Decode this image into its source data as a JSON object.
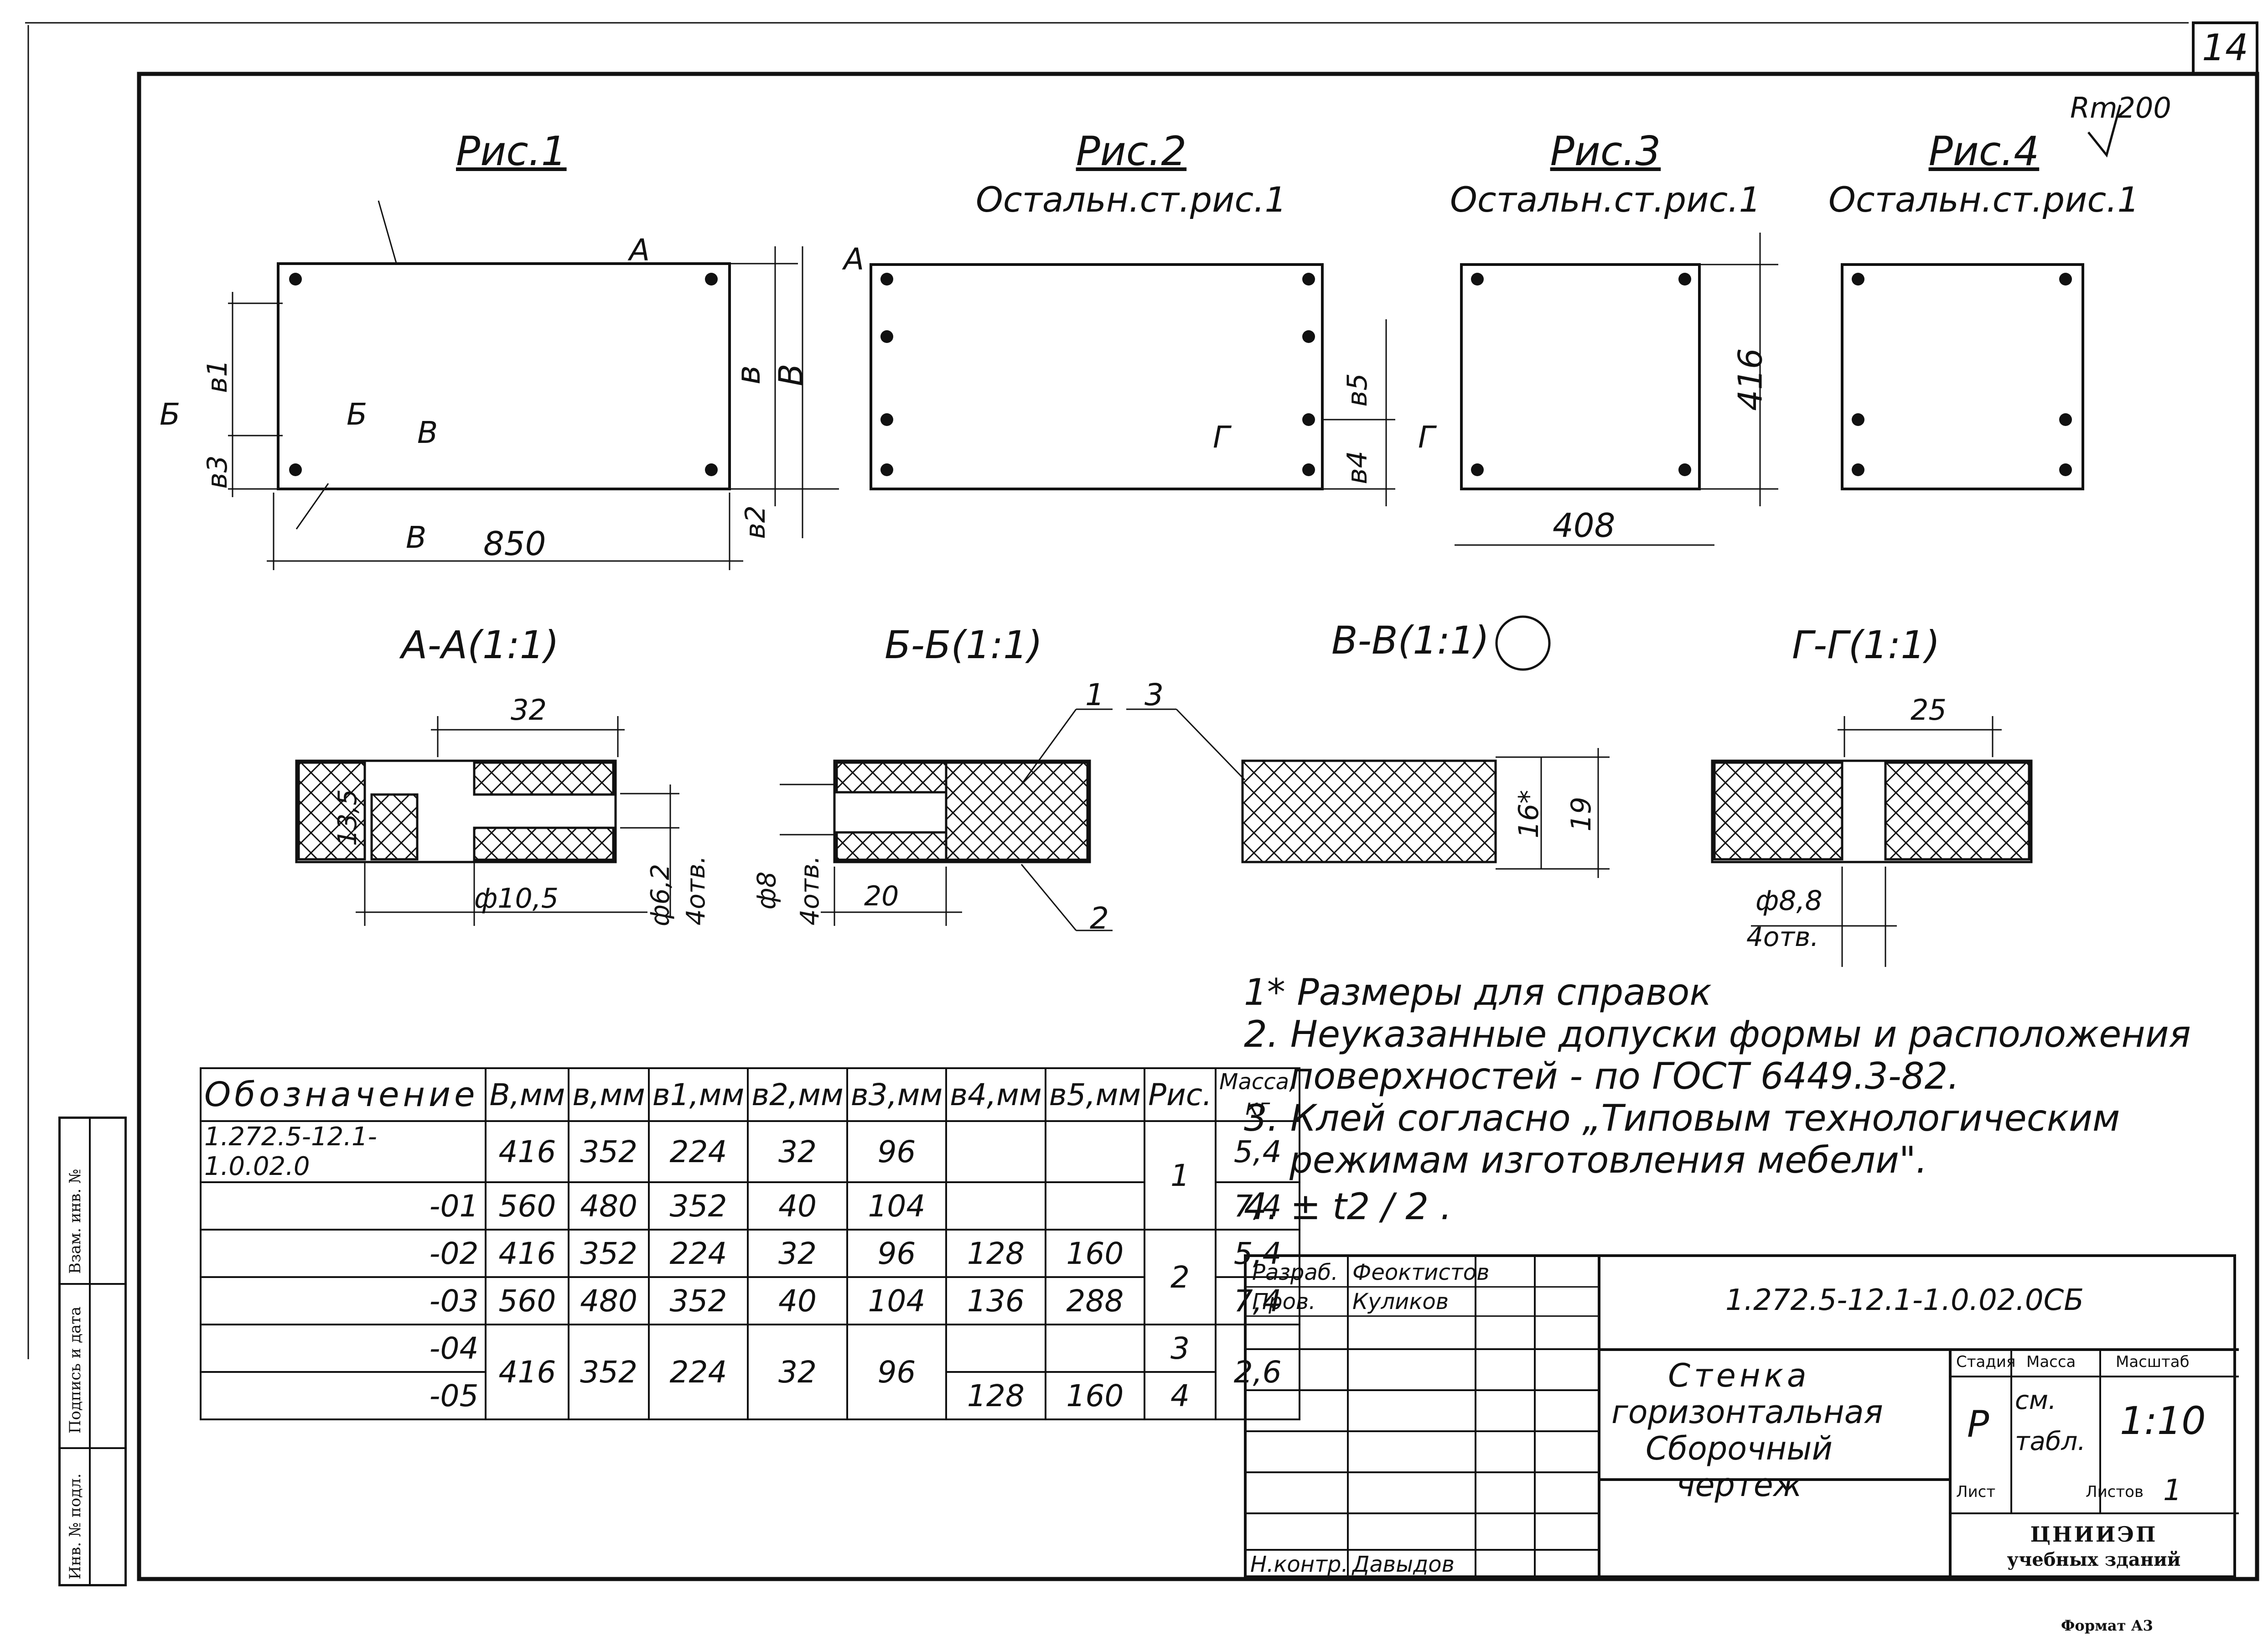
{
  "sheet": {
    "number": "14",
    "roughness": "Rm200",
    "format": "Формат А3"
  },
  "figures": [
    {
      "title": "Рис.1",
      "subtitle": ""
    },
    {
      "title": "Рис.2",
      "subtitle": "Остальн.ст.рис.1"
    },
    {
      "title": "Рис.3",
      "subtitle": "Остальн.ст.рис.1"
    },
    {
      "title": "Рис.4",
      "subtitle": "Остальн.ст.рис.1"
    }
  ],
  "fig1_dims": {
    "length": "850",
    "b": "в",
    "B": "В",
    "b1": "в1",
    "b2": "в2",
    "b3": "в3",
    "cut_A": "А",
    "cut_B": "Б",
    "cut_V": "В"
  },
  "fig2_dims": {
    "b4": "в4",
    "b5": "в5",
    "cut_G": "Г"
  },
  "fig3_dims": {
    "width": "408",
    "height": "416"
  },
  "sections": [
    {
      "title": "А-А(1:1)",
      "dims": [
        "32",
        "13,5",
        "ф10,5",
        "ф6,2",
        "4отв."
      ]
    },
    {
      "title": "Б-Б(1:1)",
      "dims": [
        "ф8",
        "4отв.",
        "20"
      ]
    },
    {
      "title": "В-В(1:1)",
      "dims": [
        "16*",
        "19"
      ]
    },
    {
      "title": "Г-Г(1:1)",
      "dims": [
        "25",
        "ф8,8",
        "4отв."
      ]
    }
  ],
  "callouts": [
    "1",
    "2",
    "3"
  ],
  "notes": [
    "1* Размеры для справок",
    "2. Неуказанные допуски формы и расположения",
    "поверхностей - по ГОСТ 6449.3-82.",
    "3. Клей согласно „Типовым технологическим",
    "режимам изготовления мебели\".",
    "4. ± t2 / 2 ."
  ],
  "spec_table": {
    "headers": [
      "Обозначение",
      "В,мм",
      "в,мм",
      "в1,мм",
      "в2,мм",
      "в3,мм",
      "в4,мм",
      "в5,мм",
      "Рис.",
      "Масса, кг"
    ],
    "rows": [
      [
        "1.272.5-12.1-1.0.02.0",
        "416",
        "352",
        "224",
        "32",
        "96",
        "",
        "",
        "1",
        "5,4"
      ],
      [
        "-01",
        "560",
        "480",
        "352",
        "40",
        "104",
        "",
        "",
        "",
        "7,4"
      ],
      [
        "-02",
        "416",
        "352",
        "224",
        "32",
        "96",
        "128",
        "160",
        "2",
        "5,4"
      ],
      [
        "-03",
        "560",
        "480",
        "352",
        "40",
        "104",
        "136",
        "288",
        "",
        "7,4"
      ],
      [
        "-04",
        "416",
        "352",
        "224",
        "32",
        "96",
        "",
        "",
        "3",
        "2,6"
      ],
      [
        "-05",
        "",
        "",
        "",
        "",
        "",
        "128",
        "160",
        "4",
        ""
      ]
    ]
  },
  "title_block": {
    "doc_code": "1.272.5-12.1-1.0.02.0СБ",
    "name_line1": "Стенка",
    "name_line2": "горизонтальная",
    "name_line3": "Сборочный чертеж",
    "stage_label": "Стадия",
    "mass_label": "Масса",
    "scale_label": "Масштаб",
    "stage": "Р",
    "mass": "см. табл.",
    "scale": "1:10",
    "sheet_label": "Лист",
    "sheets_label": "Листов",
    "sheets": "1",
    "org_line1": "ЦНИИЭП",
    "org_line2": "учебных зданий",
    "roles": [
      {
        "role": "Разраб.",
        "name": "Феоктистов"
      },
      {
        "role": "Пров.",
        "name": "Куликов"
      },
      {
        "role": "Н.контр.",
        "name": "Давыдов"
      }
    ]
  },
  "side_stamp": [
    "Инв. № подл.",
    "Подпись и дата",
    "Взам. инв. №"
  ]
}
